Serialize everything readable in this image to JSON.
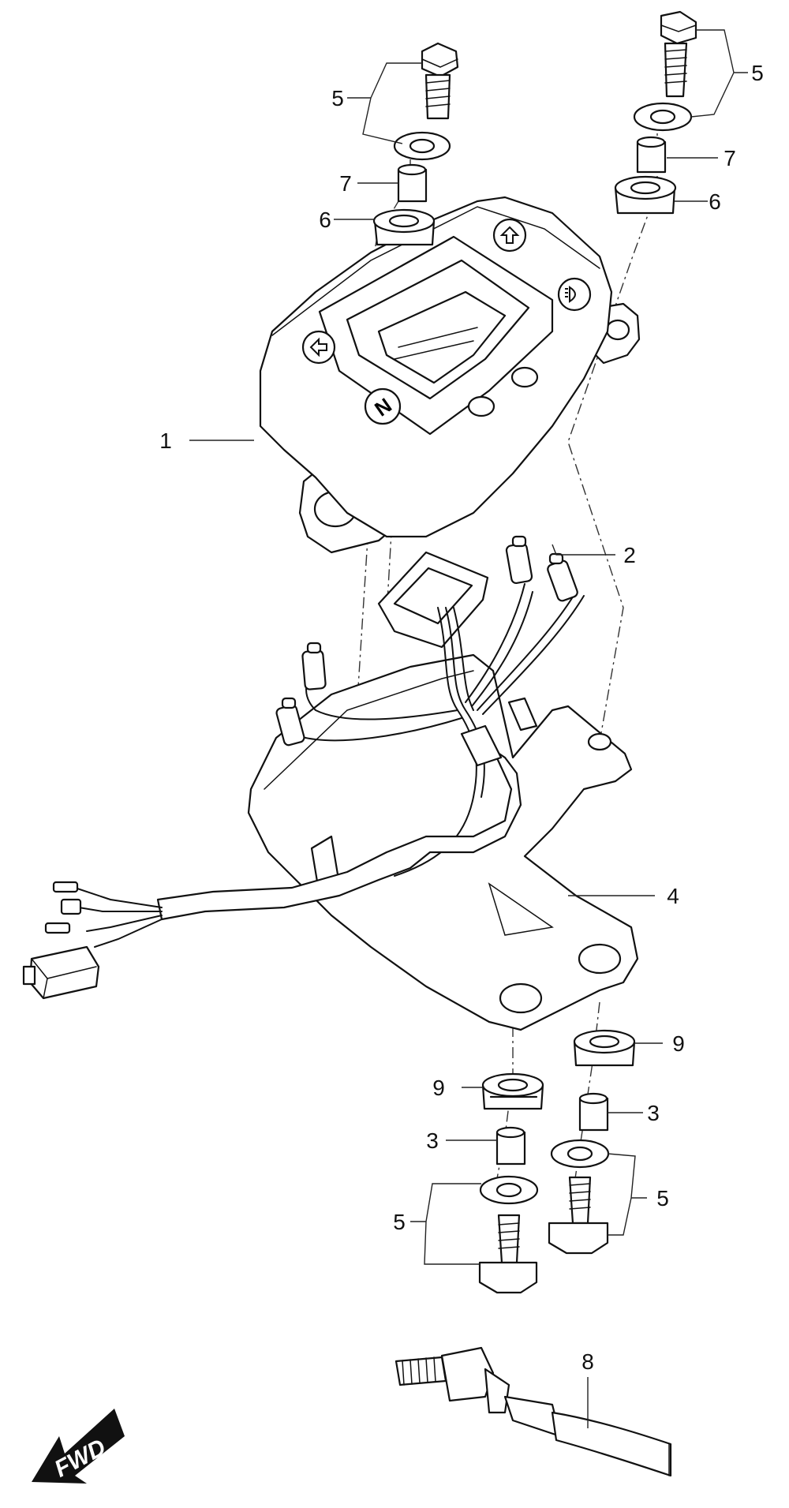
{
  "callouts": {
    "c1": "1",
    "c2": "2",
    "c3a": "3",
    "c3b": "3",
    "c4": "4",
    "c5a": "5",
    "c5b": "5",
    "c5c": "5",
    "c5d": "5",
    "c6a": "6",
    "c6b": "6",
    "c7a": "7",
    "c7b": "7",
    "c8": "8",
    "c9a": "9",
    "c9b": "9"
  },
  "direction_label": "FWD",
  "icons": {
    "left_turn": "arrow-left-icon",
    "right_turn": "arrow-up-icon",
    "neutral": "neutral-N-icon",
    "high_beam": "headlight-icon"
  },
  "colors": {
    "line": "#111111",
    "background": "#ffffff",
    "arrow_fill": "#111111"
  }
}
